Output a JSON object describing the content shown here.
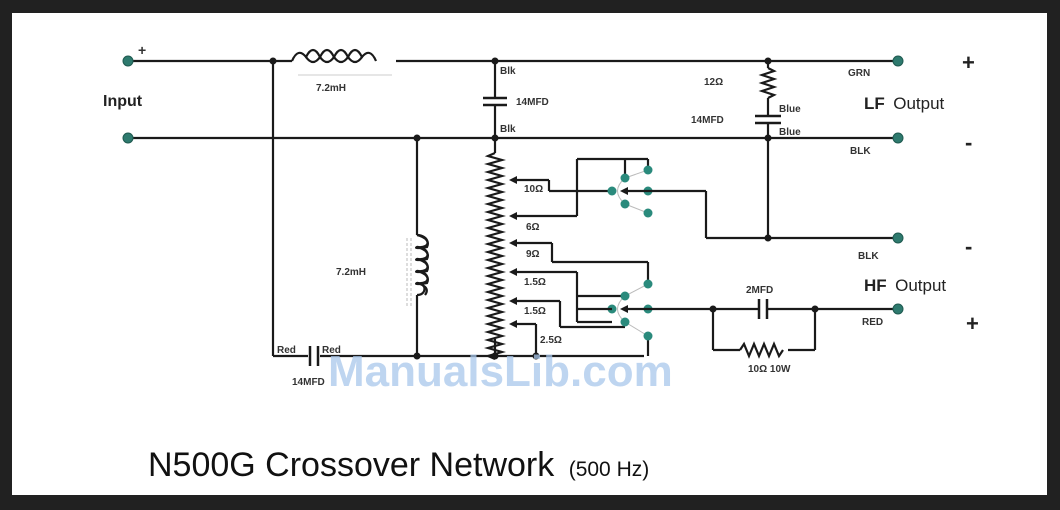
{
  "title": {
    "main": "N500G Crossover Network",
    "sub": "(500 Hz)"
  },
  "watermark": "ManualsLib.com",
  "terminals": {
    "input_label": "Input",
    "input_plus": "+",
    "lf_output_label_bold": "LF",
    "lf_output_label": "Output",
    "lf_plus": "+",
    "lf_minus": "-",
    "hf_output_label_bold": "HF",
    "hf_output_label": "Output",
    "hf_plus": "+",
    "hf_minus": "-"
  },
  "wire_colors": {
    "lf_plus": "GRN",
    "lf_minus": "BLK",
    "hf_minus": "BLK",
    "hf_plus": "RED"
  },
  "components": {
    "series_inductor": "7.2mH",
    "shunt_cap": "14MFD",
    "shunt_cap_top_lead": "Blk",
    "shunt_cap_bottom_lead": "Blk",
    "zobel_resistor": "12Ω",
    "zobel_cap": "14MFD",
    "zobel_lead_top": "Blue",
    "zobel_lead_bottom": "Blue",
    "shunt_inductor": "7.2mH",
    "hf_cap": "14MFD",
    "hf_cap_lead_left": "Red",
    "hf_cap_lead_right": "Red",
    "hf_parallel_cap": "2MFD",
    "hf_parallel_resistor": "10Ω 10W"
  },
  "autotransformer_taps": [
    "10Ω",
    "6Ω",
    "9Ω",
    "1.5Ω",
    "1.5Ω",
    "2.5Ω"
  ],
  "colors": {
    "terminal": "#2e7a6e",
    "switch_contact": "#2a8a7c",
    "watermark": "#a9c8ec",
    "frame": "#212121"
  }
}
